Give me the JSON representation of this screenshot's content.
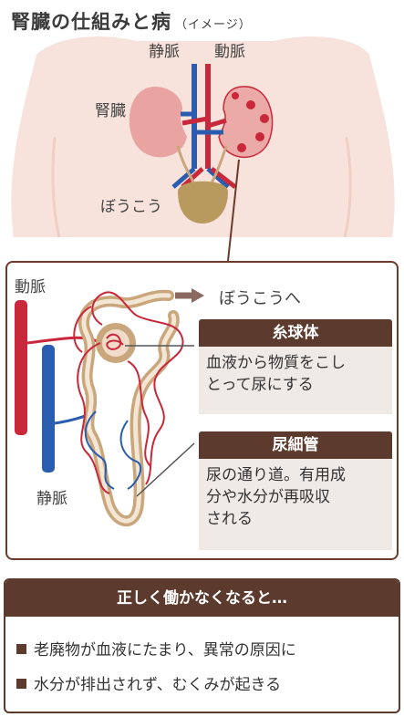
{
  "title": "腎臓の仕組みと病",
  "title_note": "（イメージ）",
  "labels": {
    "vein_top": "静脈",
    "artery_top": "動脈",
    "kidney": "腎臓",
    "bladder": "ぼうこう",
    "artery_panel": "動脈",
    "vein_panel": "静脈",
    "to_bladder": "ぼうこうへ"
  },
  "glomerulus": {
    "heading": "糸球体",
    "text_line1": "血液から物質をこし",
    "text_line2": "とって尿にする"
  },
  "tubule": {
    "heading": "尿細管",
    "text_line1": "尿の通り道。有用成",
    "text_line2": "分や水分が再吸収",
    "text_line3": "される"
  },
  "problems": {
    "heading": "正しく働かなくなると…",
    "items": [
      "老廃物が血液にたまり、異常の原因に",
      "水分が排出されず、むくみが起きる"
    ]
  },
  "colors": {
    "artery": "#c8283a",
    "vein": "#2a5db0",
    "brown": "#5c3a2e",
    "body": "#f7e3dc",
    "kidney": "#e9a3a0",
    "bladder": "#b89a5e",
    "tube": "#c9a67c"
  }
}
